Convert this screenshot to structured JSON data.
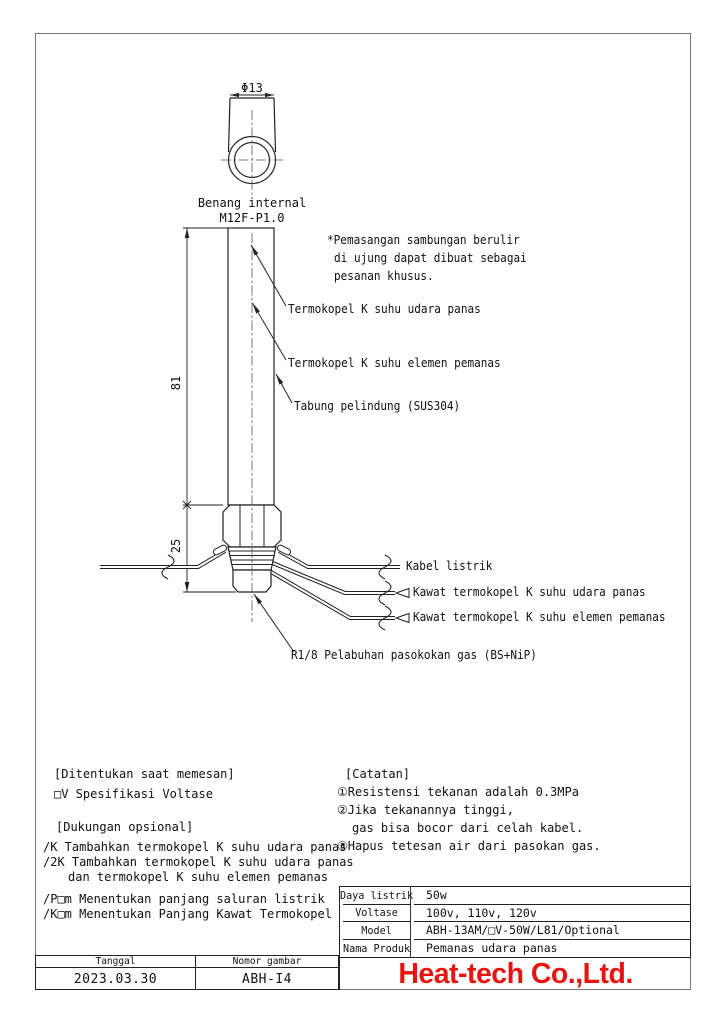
{
  "drawing": {
    "dim_diameter": "Φ13",
    "thread_label": {
      "line1": "Benang internal",
      "line2": "M12F-P1.0"
    },
    "dim_length": "81",
    "dim_fitting": "25",
    "note": {
      "line1": "*Pemasangan sambungan berulir",
      "line2": "di ujung dapat dibuat sebagai",
      "line3": "pesanan khusus."
    },
    "labels": {
      "tc_air": "Termokopel K suhu udara panas",
      "tc_element": "Termokopel K suhu elemen pemanas",
      "protection_tube": "Tabung pelindung (SUS304)",
      "power_cable": "Kabel listrik",
      "tc_wire_air": "Kawat termokopel K suhu udara panas",
      "tc_wire_element": "Kawat termokopel K suhu elemen pemanas",
      "gas_port": "R1/8 Pelabuhan pasokokan gas (BS+NiP)"
    }
  },
  "ordering": {
    "header": "【Ditentukan saat memesan】",
    "item1": "□V Spesifikasi Voltase"
  },
  "options": {
    "header": "【Dukungan opsional】",
    "item1": "/K Tambahkan termokopel K suhu udara panas",
    "item2": "/2K Tambahkan termokopel K suhu udara panas",
    "item2b": "dan termokopel K suhu elemen pemanas",
    "item3": "/P□m Menentukan panjang saluran listrik",
    "item4": "/K□m Menentukan Panjang Kawat Termokopel"
  },
  "notes": {
    "header": "【Catatan】",
    "item1": "①Resistensi tekanan adalah 0.3MPa",
    "item2": "②Jika tekanannya tinggi,",
    "item2b": "gas bisa bocor dari celah kabel.",
    "item3": "③Hapus tetesan air dari pasokan gas."
  },
  "spec_table": {
    "rows": [
      {
        "label": "Daya listrik",
        "value": "50w"
      },
      {
        "label": "Voltase",
        "value": "100v, 110v, 120v"
      },
      {
        "label": "Model",
        "value": "ABH-13AM/□V-50W/L81/Optional"
      },
      {
        "label": "Nama Produk",
        "value": "Pemanas udara panas"
      }
    ]
  },
  "title_block": {
    "date_label": "Tanggal",
    "date_value": "2023.03.30",
    "drawing_number_label": "Nomor gambar",
    "drawing_number_value": "ABH-I4",
    "company": "Heat-tech Co.,Ltd."
  },
  "colors": {
    "logo_red": "#e8150f",
    "line": "#222222",
    "border": "#757575"
  }
}
